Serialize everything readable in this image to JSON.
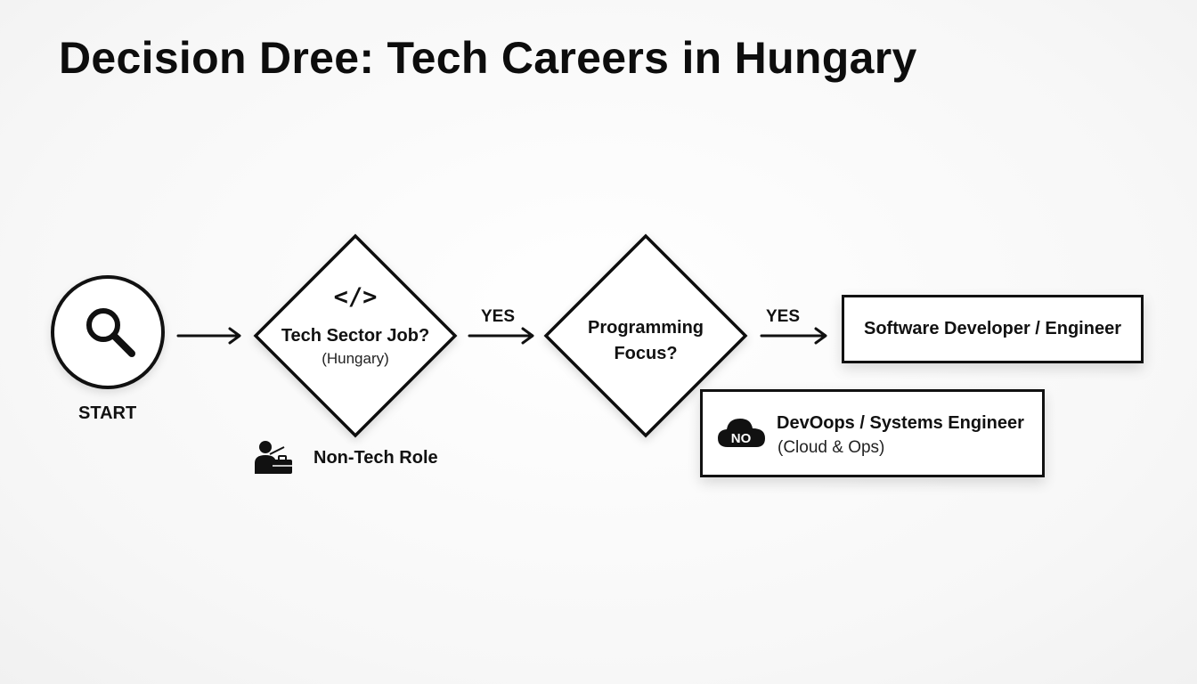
{
  "title": "Decision Dree: Tech Careers in Hungary",
  "start": {
    "label": "START",
    "icon": "search-icon"
  },
  "decision1": {
    "icon": "</>",
    "title": "Tech Sector Job?",
    "subtitle": "(Hungary)"
  },
  "decision2": {
    "line1": "Programming",
    "line2": "Focus?"
  },
  "edges": {
    "yes1": "YES",
    "yes2": "YES",
    "no": "NO"
  },
  "outcomes": {
    "software": {
      "title": "Software Developer / Engineer"
    },
    "devops": {
      "title": "DevOops / Systems Engineer",
      "subtitle": "(Cloud & Ops)",
      "icon": "cloud-icon"
    },
    "nontech": {
      "title": "Non-Tech Role",
      "icon": "person-briefcase-icon"
    }
  }
}
